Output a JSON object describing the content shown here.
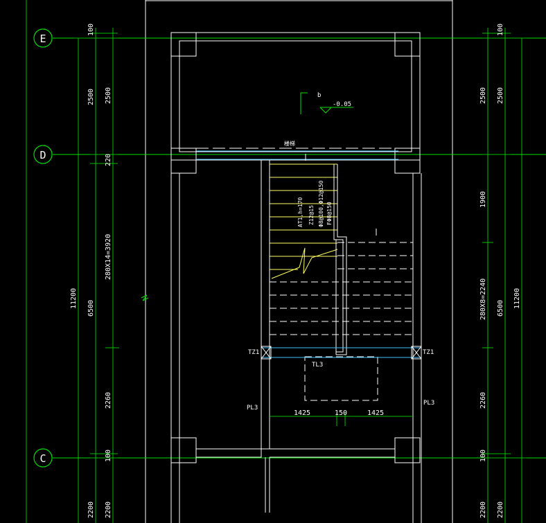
{
  "colors": {
    "background": "#000000",
    "grid_axis": "#00e000",
    "wall": "#ffffff",
    "dimension": "#00c000",
    "beam_cyan": "#40c0ff",
    "stair_yellow": "#ffff60",
    "text": "#ffffff"
  },
  "axes": {
    "E": "E",
    "D": "D",
    "C": "C"
  },
  "left_dims": {
    "top_100": "100",
    "e_d_2500_outer": "2500",
    "e_d_2500_inner": "2500",
    "d_220": "220",
    "stair_280x14": "280X14=3920",
    "total_11200": "11200",
    "span_6500": "6500",
    "landing_2260": "2260",
    "c_100": "100",
    "bottom_2200_a": "2200",
    "bottom_2200_b": "2200"
  },
  "right_dims": {
    "top_100": "100",
    "e_d_2500_a": "2500",
    "e_d_2500_b": "2500",
    "d_1900": "1900",
    "stair_280x8": "280X8=2240",
    "span_6500": "6500",
    "total_11200": "11200",
    "landing_2260": "2260",
    "c_100": "100",
    "bottom_2200_a": "2200",
    "bottom_2200_b": "2200"
  },
  "labels": {
    "section_b": "b",
    "elevation": "-0.05",
    "beam_tag": "楼梯",
    "tz1_left": "TZ1",
    "tz1_right": "TZ1",
    "tl3": "TL3",
    "pl3_left": "PL3",
    "pl3_right": "PL3",
    "bottom_1425_left": "1425",
    "bottom_150": "150",
    "bottom_1425_right": "1425",
    "stair_note_1": "AT1,h=170",
    "stair_note_2": "Z12@15",
    "stair_note_3": "Φ8@100,Φ12@150",
    "stair_note_4": "FΦ8@150"
  }
}
